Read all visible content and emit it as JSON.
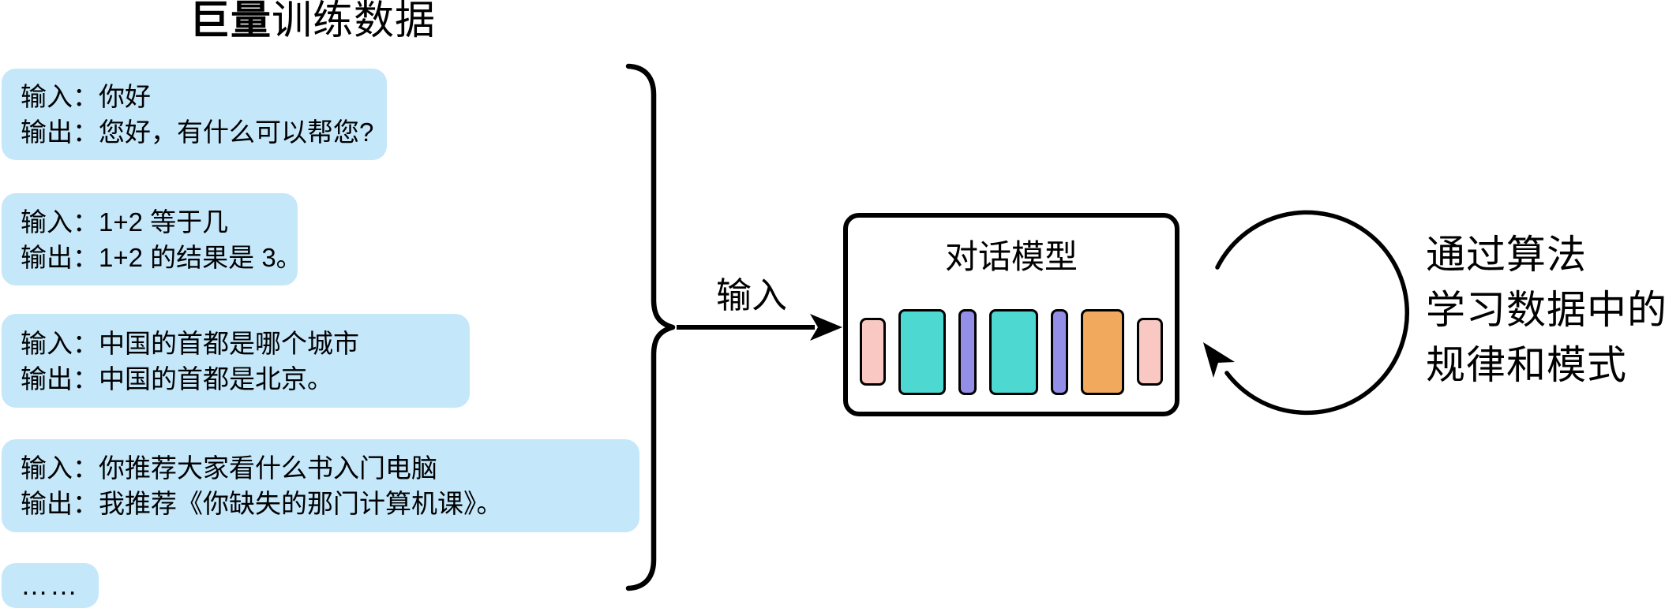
{
  "colors": {
    "box_blue": "#C5E7FA",
    "ink": "#000000",
    "bar_pink": "#FAC8C3",
    "bar_teal": "#4DD8D1",
    "bar_purple": "#938FE9",
    "bar_orange": "#F0A95D"
  },
  "title": {
    "bold": "巨量",
    "rest": "训练数据"
  },
  "training_examples": [
    {
      "input": "输入：你好",
      "output": "输出：您好，有什么可以帮您?"
    },
    {
      "input": "输入：1+2 等于几",
      "output": "输出：1+2 的结果是 3。"
    },
    {
      "input": "输入：中国的首都是哪个城市",
      "output": "输出：中国的首都是北京。"
    },
    {
      "input": "输入：你推荐大家看什么书入门电脑",
      "output": "输出：我推荐《你缺失的那门计算机课》。"
    }
  ],
  "ellipsis": "……",
  "arrow_label": "输入",
  "model": {
    "label": "对话模型",
    "bars": [
      {
        "name": "pink-bar",
        "color": "bar_pink",
        "w": 33,
        "h": 86
      },
      {
        "name": "teal-bar",
        "color": "bar_teal",
        "w": 60,
        "h": 109
      },
      {
        "name": "purple-bar",
        "color": "bar_purple",
        "w": 23,
        "h": 109
      },
      {
        "name": "teal-bar",
        "color": "bar_teal",
        "w": 62,
        "h": 109
      },
      {
        "name": "purple-bar",
        "color": "bar_purple",
        "w": 22,
        "h": 109
      },
      {
        "name": "orange-bar",
        "color": "bar_orange",
        "w": 55,
        "h": 109
      },
      {
        "name": "pink-bar",
        "color": "bar_pink",
        "w": 33,
        "h": 86
      }
    ]
  },
  "loop_caption": {
    "line1": "通过算法",
    "line2": "学习数据中的",
    "line3": "规律和模式"
  }
}
